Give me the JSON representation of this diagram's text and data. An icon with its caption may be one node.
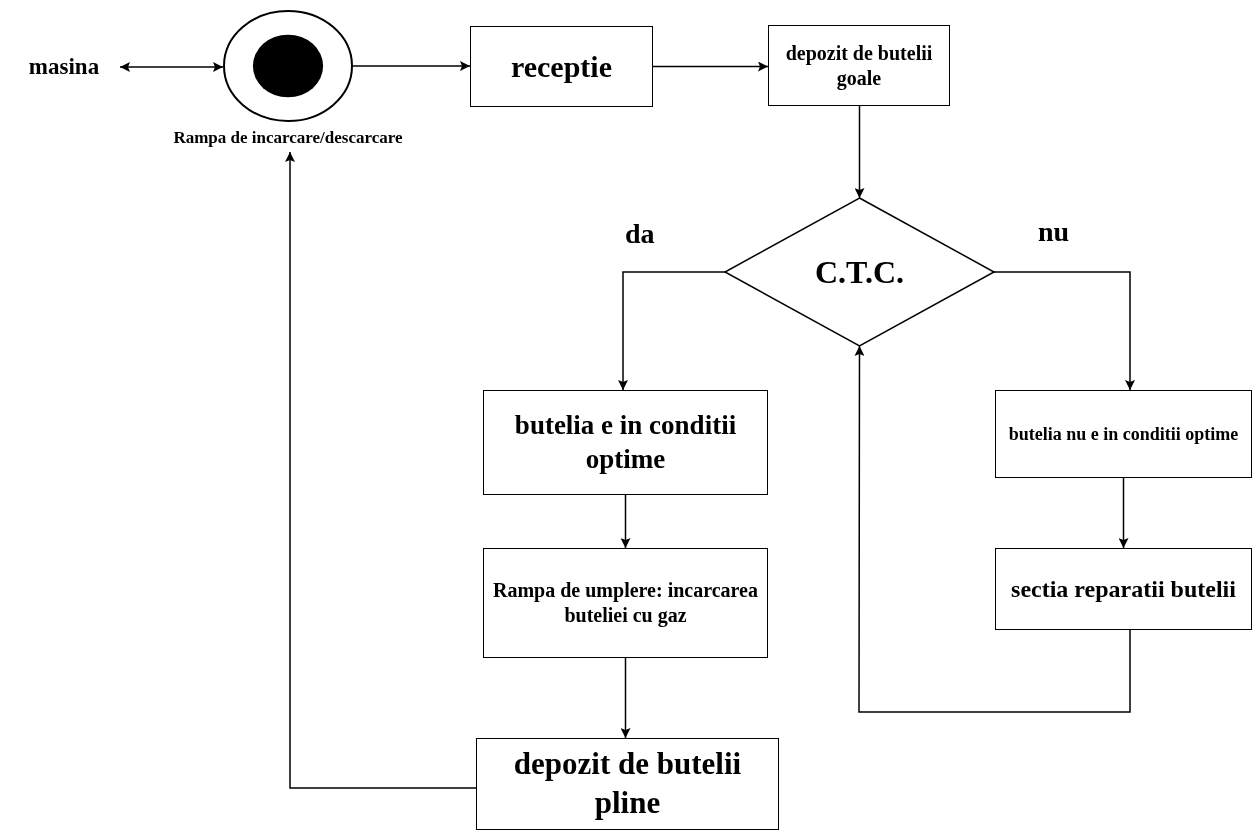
{
  "diagram": {
    "nodes": [
      {
        "text": [
          "masina"
        ]
      },
      {
        "text": [],
        "shape": "circle",
        "beside": [
          "Rampa de incarcare/descarcare"
        ]
      },
      {
        "text": [
          "receptie"
        ]
      },
      {
        "text": [
          "depozit de butelii goale"
        ]
      },
      {
        "text": [
          "C.T.C."
        ]
      },
      {
        "text": [
          "butelia e in conditii optime"
        ]
      },
      {
        "text": [
          "butelia nu e in conditii optime"
        ]
      },
      {
        "text": [
          "Rampa de umplere: incarcarea buteliei cu gaz"
        ]
      },
      {
        "text": [
          "sectia reparatii butelii"
        ]
      },
      {
        "text": [
          "depozit de butelii pline"
        ]
      }
    ],
    "edges": [
      {
        "from": 0,
        "to": 1,
        "arrow": "both"
      },
      {
        "from": 1,
        "to": 2,
        "arrow": "to"
      },
      {
        "from": 2,
        "to": 3,
        "arrow": "to"
      },
      {
        "from": 3,
        "to": 4,
        "arrow": "to"
      },
      {
        "from": 4,
        "to": 5,
        "arrow": "to",
        "label": "da"
      },
      {
        "from": 4,
        "to": 6,
        "arrow": "to",
        "label": "nu"
      },
      {
        "from": 5,
        "to": 7,
        "arrow": "to"
      },
      {
        "from": 7,
        "to": 9,
        "arrow": "to"
      },
      {
        "from": 6,
        "to": 8,
        "arrow": "to"
      },
      {
        "from": 8,
        "to": 4,
        "arrow": "to"
      },
      {
        "from": 9,
        "to": 1,
        "arrow": "to"
      }
    ]
  }
}
